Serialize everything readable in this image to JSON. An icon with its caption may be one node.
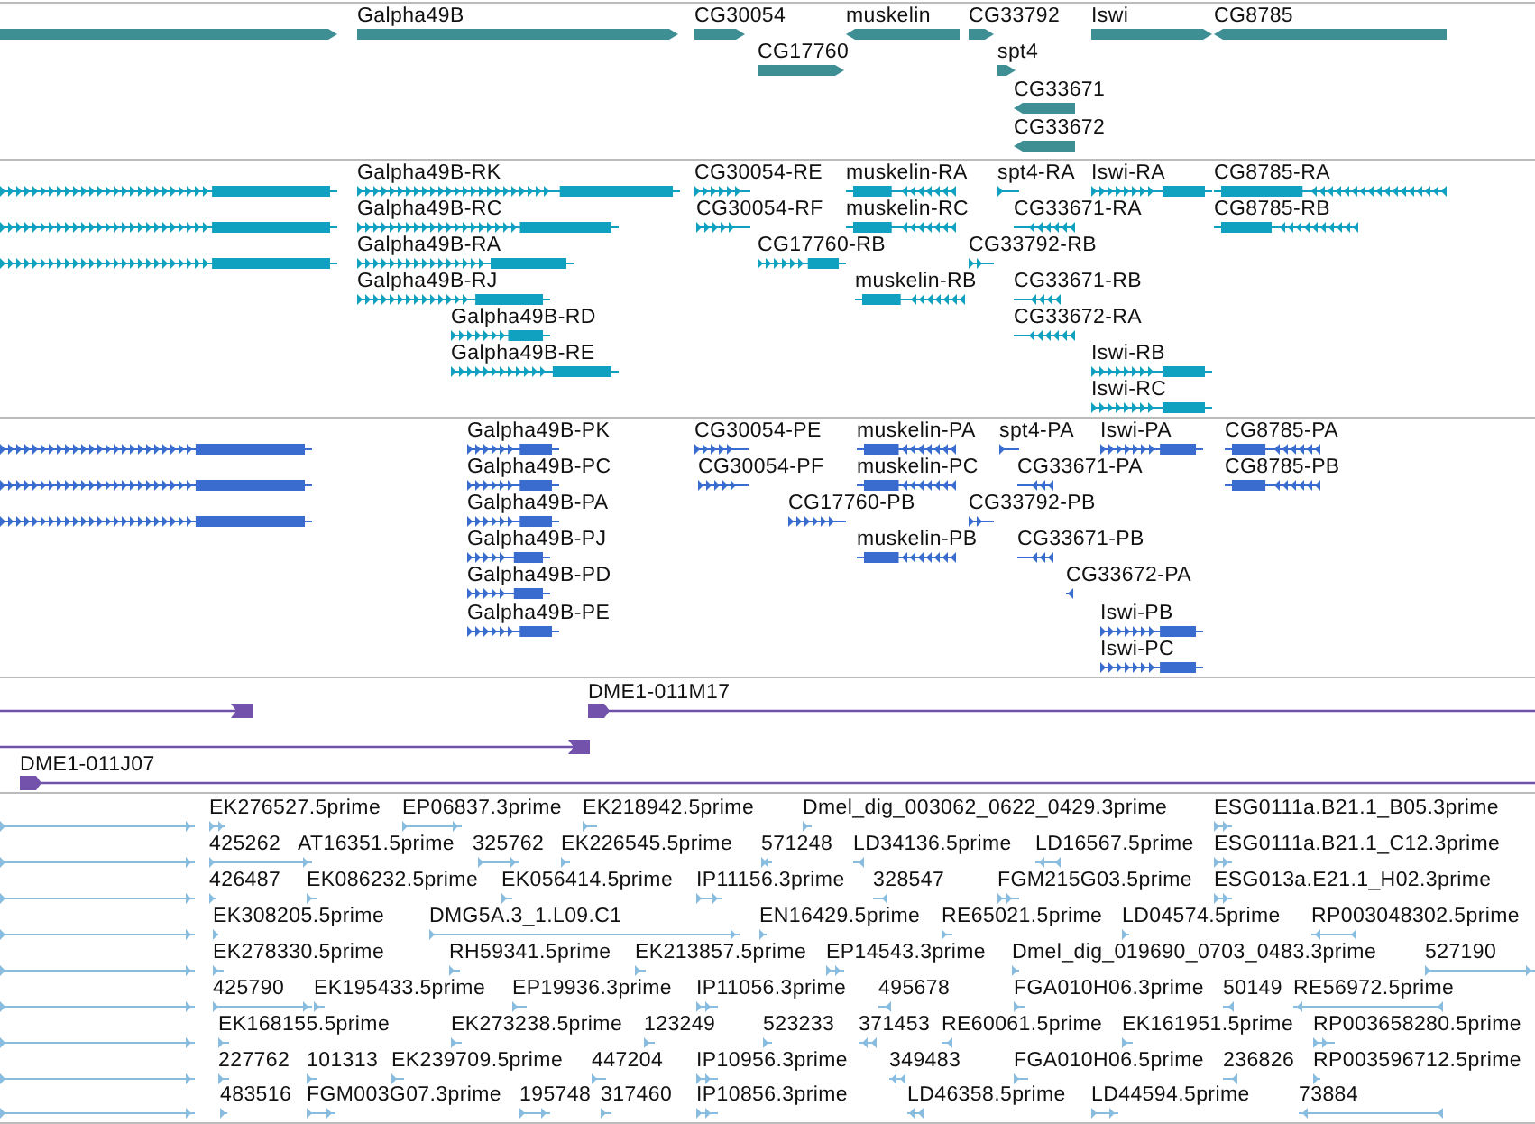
{
  "diagram": {
    "labels": [
      "Galpha49B",
      "CG30054",
      "muskelin",
      "CG33792",
      "Iswi",
      "CG8785",
      "CG17760",
      "spt4",
      "CG33671",
      "CG33672",
      "Galpha49B-RK",
      "CG30054-RE",
      "muskelin-RA",
      "spt4-RA",
      "Iswi-RA",
      "CG8785-RA",
      "Galpha49B-RC",
      "CG30054-RF",
      "muskelin-RC",
      "CG33671-RA",
      "CG8785-RB",
      "Galpha49B-RA",
      "CG17760-RB",
      "CG33792-RB",
      "Galpha49B-RJ",
      "muskelin-RB",
      "CG33671-RB",
      "Galpha49B-RD",
      "CG33672-RA",
      "Galpha49B-RE",
      "Iswi-RB",
      "Iswi-RC",
      "Galpha49B-PK",
      "CG30054-PE",
      "muskelin-PA",
      "spt4-PA",
      "Iswi-PA",
      "CG8785-PA",
      "Galpha49B-PC",
      "CG30054-PF",
      "muskelin-PC",
      "CG33671-PA",
      "CG8785-PB",
      "Galpha49B-PA",
      "CG17760-PB",
      "CG33792-PB",
      "Galpha49B-PJ",
      "muskelin-PB",
      "CG33671-PB",
      "Galpha49B-PD",
      "CG33672-PA",
      "Galpha49B-PE",
      "Iswi-PB",
      "Iswi-PC",
      "DME1-011M17",
      "DME1-011J07",
      "EK276527.5prime",
      "EP06837.3prime",
      "EK218942.5prime",
      "Dmel_dig_003062_0622_0429.3prime",
      "ESG0111a.B21.1_B05.3prime",
      "425262",
      "AT16351.5prime",
      "325762",
      "EK226545.5prime",
      "571248",
      "LD34136.5prime",
      "LD16567.5prime",
      "ESG0111a.B21.1_C12.3prime",
      "426487",
      "EK086232.5prime",
      "EK056414.5prime",
      "IP11156.3prime",
      "328547",
      "FGM215G03.5prime",
      "ESG013a.E21.1_H02.3prime",
      "EK308205.5prime",
      "DMG5A.3_1.L09.C1",
      "EN16429.5prime",
      "RE65021.5prime",
      "LD04574.5prime",
      "RP003048302.5prime",
      "EK278330.5prime",
      "RH59341.5prime",
      "EK213857.5prime",
      "EP14543.3prime",
      "Dmel_dig_019690_0703_0483.3prime",
      "527190",
      "425790",
      "EK195433.5prime",
      "EP19936.3prime",
      "IP11056.3prime",
      "495678",
      "FGA010H06.3prime",
      "50149",
      "RE56972.5prime",
      "EK168155.5prime",
      "EK273238.5prime",
      "123249",
      "523233",
      "371453",
      "RE60061.5prime",
      "EK161951.5prime",
      "RP003658280.5prime",
      "227762",
      "101313",
      "EK239709.5prime",
      "447204",
      "IP10956.3prime",
      "349483",
      "FGA010H06.5prime",
      "236826",
      "RP003596712.5prime",
      "483516",
      "FGM003G07.3prime",
      "195748",
      "317460",
      "IP10856.3prime",
      "LD46358.5prime",
      "LD44594.5prime",
      "73884"
    ]
  }
}
